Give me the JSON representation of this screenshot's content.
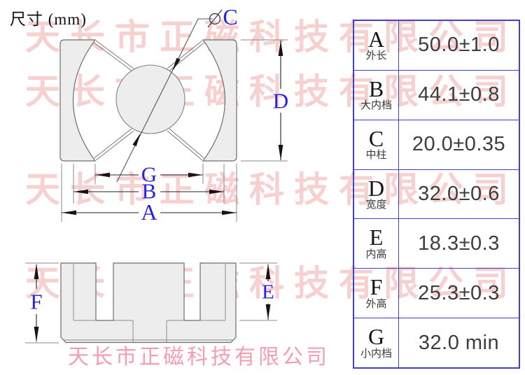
{
  "page": {
    "title": "尺寸 (mm)"
  },
  "watermark": {
    "text": "天长市正磁科技有限公司"
  },
  "drawing": {
    "view_top": "top-view-of-core",
    "view_side": "side-section-view-of-core",
    "labels": {
      "A": "A",
      "B": "B",
      "C": "C",
      "D": "D",
      "E": "E",
      "F": "F",
      "G": "G"
    }
  },
  "table": {
    "border_color": "#4040c8",
    "rows": [
      {
        "letter": "A",
        "label_cn": "外长",
        "value": "50.0±1.0"
      },
      {
        "letter": "B",
        "label_cn": "大内档",
        "value": "44.1±0.8"
      },
      {
        "letter": "C",
        "label_cn": "中柱",
        "value": "20.0±0.35"
      },
      {
        "letter": "D",
        "label_cn": "宽度",
        "value": "32.0±0.6"
      },
      {
        "letter": "E",
        "label_cn": "内高",
        "value": "18.3±0.3"
      },
      {
        "letter": "F",
        "label_cn": "外高",
        "value": "25.3±0.3"
      },
      {
        "letter": "G",
        "label_cn": "小内档",
        "value": "32.0 min"
      }
    ]
  },
  "colors": {
    "accent_blue": "#2424dd",
    "part_fill": "#ededed",
    "part_stroke": "#6e6e6e",
    "watermark_pink": "rgba(230,100,100,0.30)"
  }
}
